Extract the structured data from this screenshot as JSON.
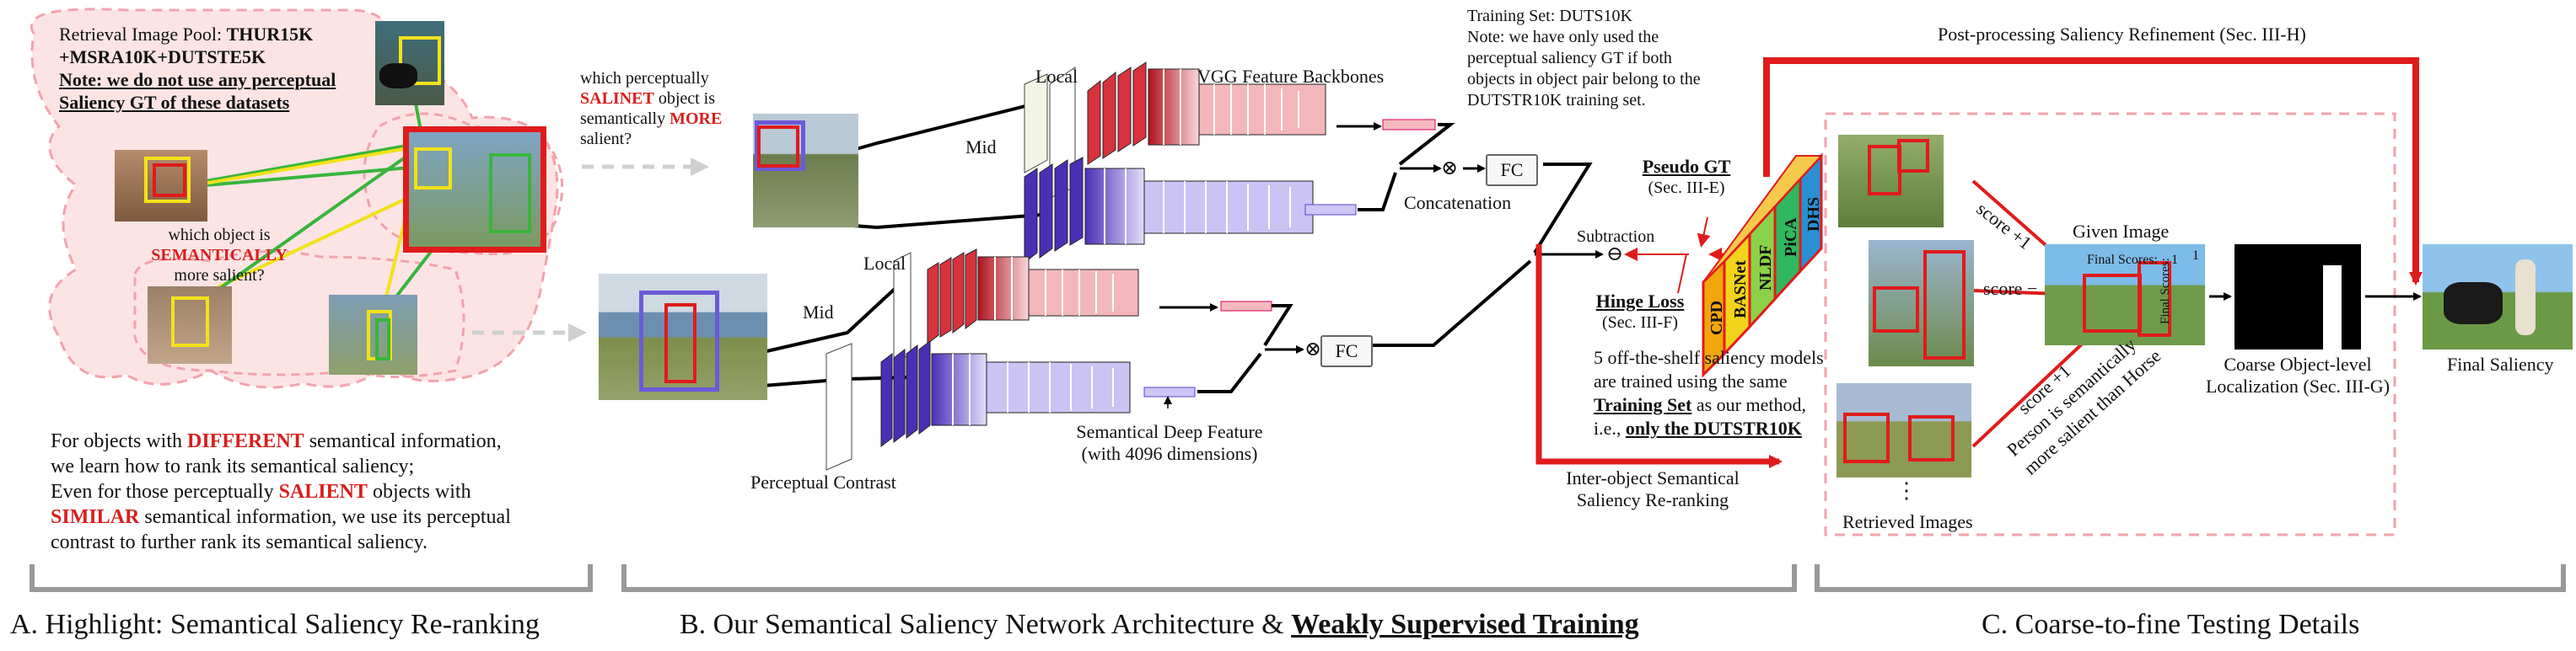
{
  "panel_a": {
    "pool_line1_prefix": "Retrieval Image Pool: ",
    "pool_line1_bold": "THUR15K",
    "pool_line2": "+MSRA10K+DUTSTE5K",
    "note_line1": "Note: we do not use any perceptual",
    "note_line2": "Saliency GT of these datasets",
    "question_line1": "which object is",
    "question_line2": "SEMANTICALLY",
    "question_line3": "more salient?",
    "desc_1a": "For objects with ",
    "desc_1b": "DIFFERENT",
    "desc_1c": " semantical information,",
    "desc_2": "we learn how to rank its semantical saliency;",
    "desc_3a": "Even for those perceptually ",
    "desc_3b": "SALIENT",
    "desc_3c": " objects with",
    "desc_4a": "SIMILAR",
    "desc_4b": " semantical information,  we use its perceptual",
    "desc_5": "contrast to further rank its semantical saliency.",
    "caption": "A. Highlight: Semantical Saliency Re-ranking"
  },
  "panel_b": {
    "question_line1": "which perceptually",
    "question_line2a": "SALINET",
    "question_line2b": " object is",
    "question_line3a": "semantically ",
    "question_line3b": "MORE",
    "question_line4": "salient?",
    "local_top": "Local",
    "mid_top": "Mid",
    "local_bottom": "Local",
    "mid_bottom": "Mid",
    "backbone_label": "VGG Feature Backbones",
    "concat_label": "Concatenation",
    "fc_top": "FC",
    "fc_bottom": "FC",
    "otimes": "⊗",
    "feature_line1": "Semantical Deep Feature",
    "feature_line2": "(with 4096 dimensions)",
    "perceptual_contrast": "Perceptual Contrast",
    "training_line1": "Training Set: DUTS10K",
    "training_line2": "Note: we have only used the",
    "training_line3": "perceptual saliency GT if both",
    "training_line4": "objects in object pair belong to the",
    "training_line5": "DUTSTR10K training set.",
    "pseudo_gt": "Pseudo GT",
    "pseudo_gt_sec": "(Sec. III-E)",
    "subtraction": "Subtraction",
    "ominus": "⊖",
    "hinge_loss": "Hinge Loss",
    "hinge_sec": "(Sec. III-F)",
    "models": [
      "CPD",
      "BASNet",
      "NLDF",
      "PiCA",
      "DHS"
    ],
    "models_line1": "5 off-the-shelf saliency models",
    "models_line2": "are trained using the same",
    "models_line3a": "Training Set",
    "models_line3b": " as our method,",
    "models_line4a": "i.e., ",
    "models_line4b": "only the DUTSTR10K",
    "rerank_line1": "Inter-object Semantical",
    "rerank_line2": "Saliency Re-ranking",
    "caption_a": "B. Our Semantical Saliency Network Architecture & ",
    "caption_b": "Weakly Supervised Training"
  },
  "panel_c": {
    "post_processing": "Post-processing Saliency Refinement (Sec. III-H)",
    "given_image": "Given Image",
    "final_scores_1": "Final Scores:",
    "final_scores_2": "Final Scores:",
    "score_1": "1",
    "score_2": "1",
    "score_plus_top": "score +1",
    "score_minus": "score −",
    "score_plus_bottom": "score +1",
    "person_line1": "Person is semantically",
    "person_line2": "more salient than Horse",
    "ellipsis": "⋮",
    "retrieved": "Retrieved Images",
    "coarse_line1": "Coarse Object-level",
    "coarse_line2": "Localization (Sec. III-G)",
    "final_saliency": "Final Saliency",
    "caption": "C. Coarse-to-fine Testing Details"
  },
  "colors": {
    "red": "#e01b1b",
    "yellow": "#f2e21a",
    "green": "#38b53c",
    "blue_violet": "#6b5ad8",
    "pink_fill": "#fde4e4",
    "pink_dash": "#f2a3ad",
    "gray": "#c8c8c8",
    "red_block": "#e7777d",
    "violet_block": "#9b8ee6"
  }
}
